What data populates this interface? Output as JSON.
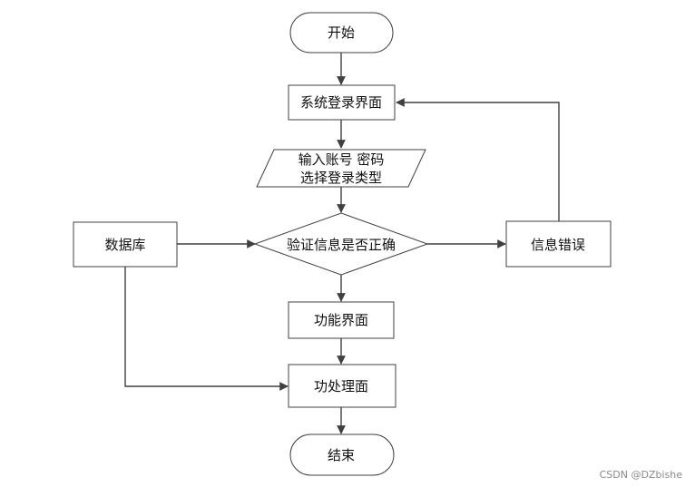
{
  "nodes": {
    "start": "开始",
    "login_ui": "系统登录界面",
    "input_line1": "输入账号 密码",
    "input_line2": "选择登录类型",
    "verify": "验证信息是否正确",
    "database": "数据库",
    "error": "信息错误",
    "function_ui": "功能界面",
    "process_ui": "功处理面",
    "end": "结束"
  },
  "edges": [
    {
      "from": "start",
      "to": "login_ui"
    },
    {
      "from": "login_ui",
      "to": "input"
    },
    {
      "from": "input",
      "to": "verify"
    },
    {
      "from": "database",
      "to": "verify"
    },
    {
      "from": "verify",
      "to": "error"
    },
    {
      "from": "error",
      "to": "login_ui"
    },
    {
      "from": "verify",
      "to": "function_ui"
    },
    {
      "from": "function_ui",
      "to": "process_ui"
    },
    {
      "from": "database",
      "to": "process_ui"
    },
    {
      "from": "process_ui",
      "to": "end"
    }
  ],
  "watermark": "CSDN @DZbishe",
  "colors": {
    "stroke": "#404040",
    "text": "#111111",
    "watermark": "#8a8a8a"
  }
}
